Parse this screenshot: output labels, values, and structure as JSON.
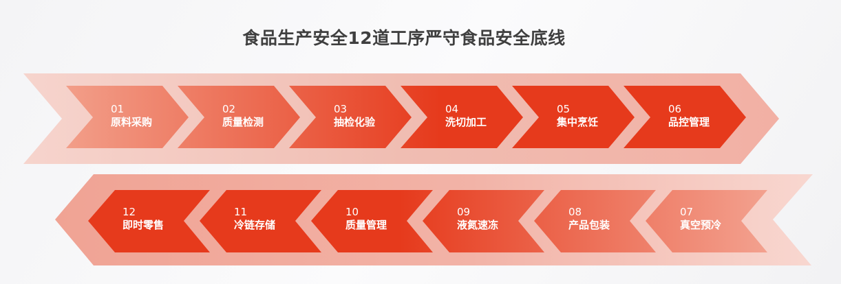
{
  "title": "食品生产安全12道工序严守食品安全底线",
  "colors": {
    "accent": "#e63a1c",
    "light": "#f29a85",
    "band": "#f2aa9c"
  },
  "row1": [
    {
      "num": "01",
      "label": "原料采购"
    },
    {
      "num": "02",
      "label": "质量检测"
    },
    {
      "num": "03",
      "label": "抽检化验"
    },
    {
      "num": "04",
      "label": "洗切加工"
    },
    {
      "num": "05",
      "label": "集中烹饪"
    },
    {
      "num": "06",
      "label": "品控管理"
    }
  ],
  "row2": [
    {
      "num": "12",
      "label": "即时零售"
    },
    {
      "num": "11",
      "label": "冷链存储"
    },
    {
      "num": "10",
      "label": "质量管理"
    },
    {
      "num": "09",
      "label": "液氮速冻"
    },
    {
      "num": "08",
      "label": "产品包装"
    },
    {
      "num": "07",
      "label": "真空预冷"
    }
  ]
}
